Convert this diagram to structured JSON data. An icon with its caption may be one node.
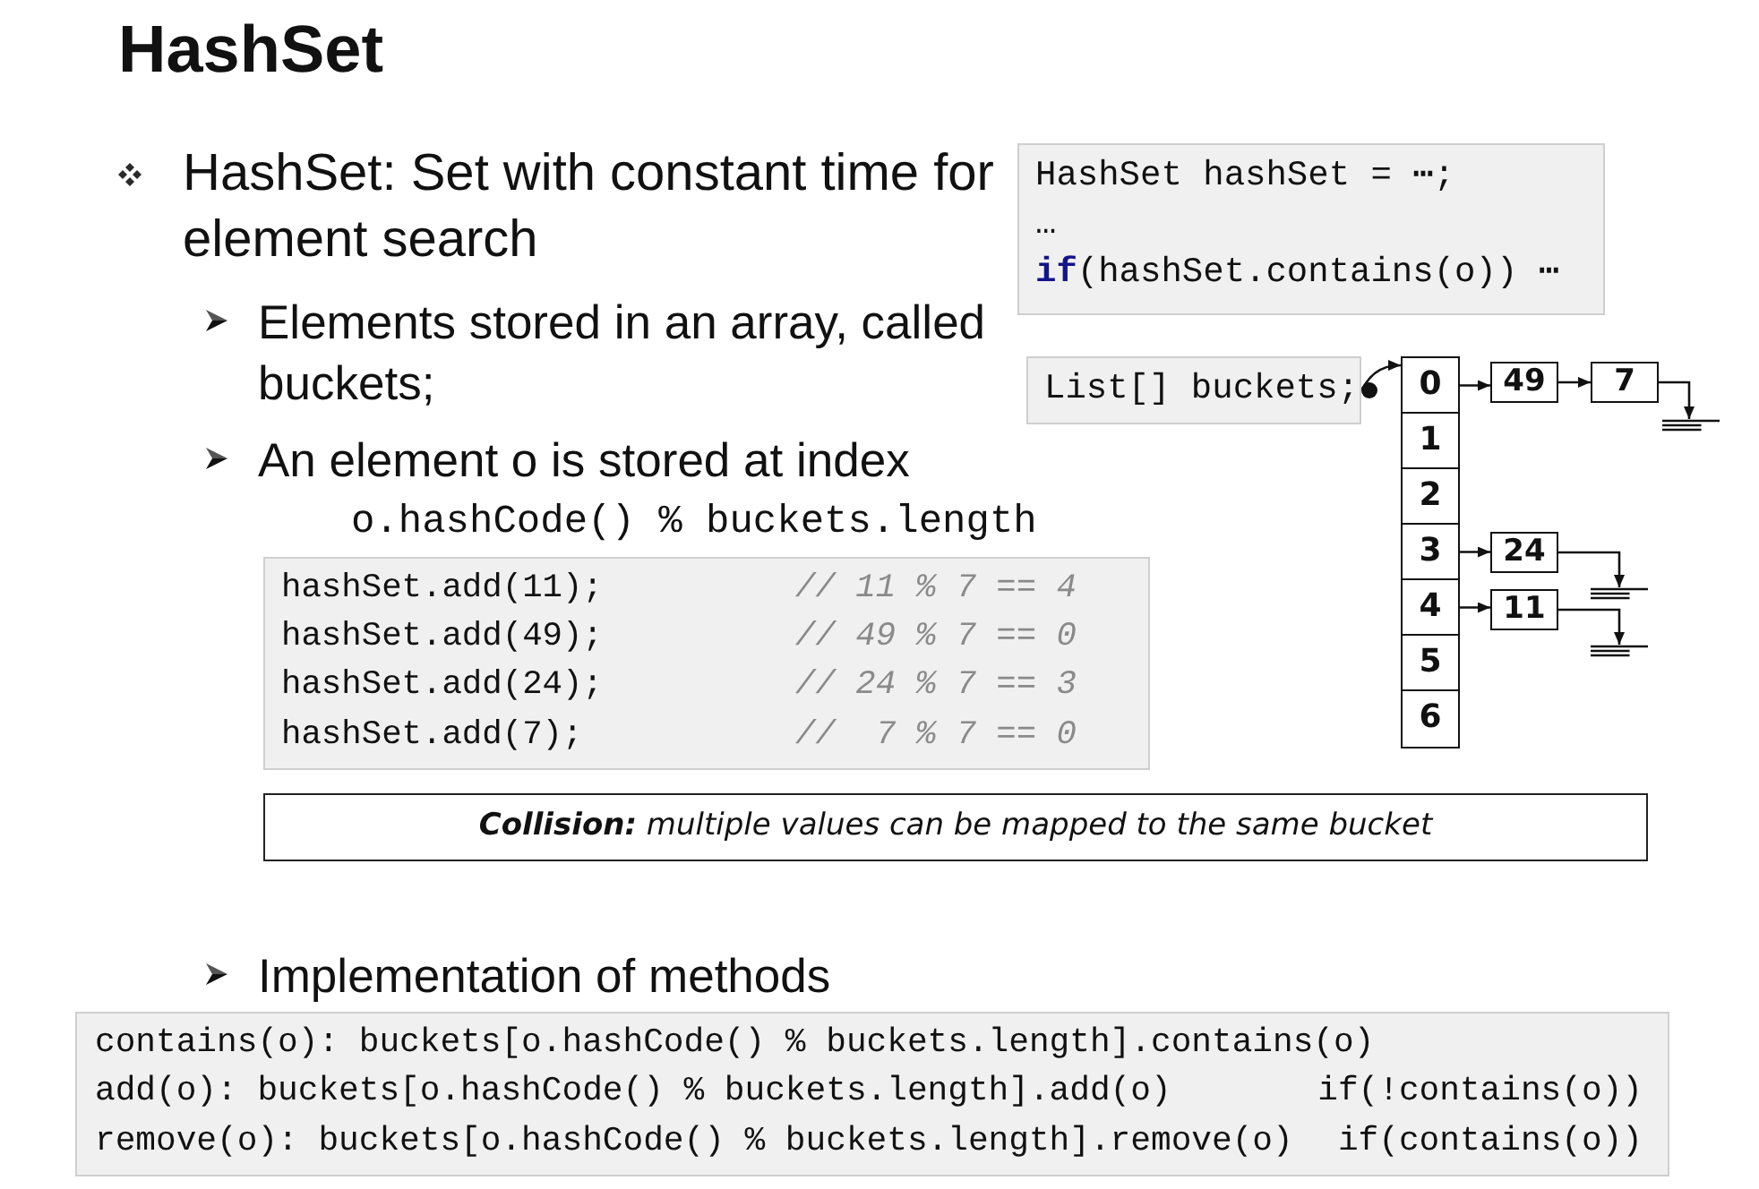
{
  "diagram": {
    "title": "HashSet",
    "nodes": [
      {
        "text": [
          "HashSet hashSet = ⋯;",
          "…",
          "**if**(hashSet.contains(o)) ⋯"
        ]
      },
      {
        "text": [
          "List[] buckets;"
        ]
      },
      {
        "text": [
          "0"
        ]
      },
      {
        "text": [
          "1"
        ]
      },
      {
        "text": [
          "2"
        ]
      },
      {
        "text": [
          "3"
        ]
      },
      {
        "text": [
          "4"
        ]
      },
      {
        "text": [
          "5"
        ]
      },
      {
        "text": [
          "6"
        ]
      },
      {
        "text": [
          "49"
        ]
      },
      {
        "text": [
          "7"
        ]
      },
      {
        "text": [
          "24"
        ]
      },
      {
        "text": [
          "11"
        ]
      },
      {
        "text": [],
        "shape": "ground"
      },
      {
        "text": [],
        "shape": "ground"
      },
      {
        "text": [],
        "shape": "ground"
      },
      {
        "text": [
          "hashSet.add(11);",
          "// 11 % 7 == 4",
          "hashSet.add(49);",
          "// 49 % 7 == 0",
          "hashSet.add(24);",
          "// 24 % 7 == 3",
          "hashSet.add(7);",
          "//  7 % 7 == 0"
        ]
      },
      {
        "text": [
          "**Collision:** multiple values can be mapped to the same bucket"
        ]
      },
      {
        "text": [
          "contains(o): buckets[o.hashCode() % buckets.length].contains(o)",
          "add(o): buckets[o.hashCode() % buckets.length].add(o)",
          "if(!contains(o))",
          "remove(o): buckets[o.hashCode() % buckets.length].remove(o)",
          "if(contains(o))"
        ]
      }
    ],
    "edges": [
      {
        "from": 1,
        "to": 2,
        "arrow": "to"
      },
      {
        "from": 2,
        "to": 9,
        "arrow": "to"
      },
      {
        "from": 9,
        "to": 10,
        "arrow": "to"
      },
      {
        "from": 10,
        "to": 13,
        "arrow": "to"
      },
      {
        "from": 5,
        "to": 11,
        "arrow": "to"
      },
      {
        "from": 11,
        "to": 14,
        "arrow": "to"
      },
      {
        "from": 6,
        "to": 12,
        "arrow": "to"
      },
      {
        "from": 12,
        "to": 15,
        "arrow": "to"
      }
    ],
    "labels": [
      "HashSet: Set with constant time for element search",
      "Elements stored in an array, called buckets;",
      "An element o is stored at index",
      "o.hashCode() % buckets.length",
      "Implementation of methods"
    ]
  }
}
